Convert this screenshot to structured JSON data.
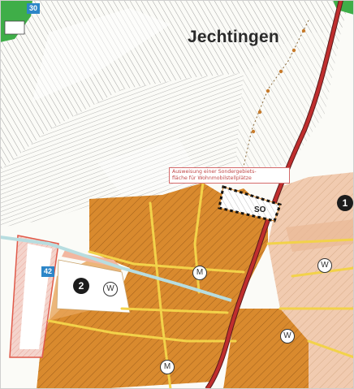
{
  "map": {
    "town_label": "Jechtingen",
    "annotation": {
      "line1": "Ausweisung einer Sondergebiets-",
      "line2": "fläche für Wohnmobilstellplätze"
    },
    "zone_code": "SO",
    "badges": [
      "1",
      "2"
    ],
    "zone_markers": [
      "W",
      "M",
      "W",
      "M",
      "W"
    ],
    "blue_signs": [
      "30",
      "42"
    ],
    "colors": {
      "built_area": "#d98a2e",
      "road_main": "#c02e2e",
      "road_minor": "#f2d24a",
      "mixed_area": "#f1cbb0",
      "agriculture_lines": "#6f6f6f",
      "green": "#3fae48",
      "water_sign": "#2d86c8"
    }
  }
}
